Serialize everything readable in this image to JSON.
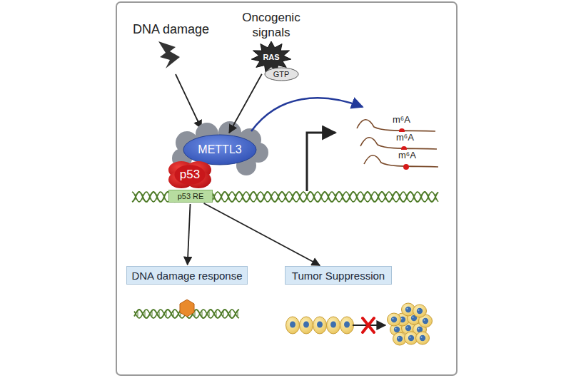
{
  "diagram": {
    "nodes": [
      {
        "text": [
          "RAS"
        ]
      },
      {
        "text": [
          "GTP"
        ]
      },
      {
        "text": [
          "METTL3"
        ]
      },
      {
        "text": [
          "p53"
        ]
      },
      {
        "text": [
          "p53 RE"
        ]
      },
      {
        "text": [
          "DNA damage response"
        ]
      },
      {
        "text": [
          "Tumor Suppression"
        ]
      }
    ],
    "edges": [
      {
        "from": 0,
        "to": 2,
        "arrow": "to"
      },
      {
        "from": 4,
        "to": 5,
        "arrow": "to"
      },
      {
        "from": 4,
        "to": 6,
        "arrow": "to"
      }
    ],
    "labels": [
      "DNA damage",
      "Oncogenic signals",
      "m⁶A",
      "m⁶A",
      "m⁶A"
    ]
  }
}
